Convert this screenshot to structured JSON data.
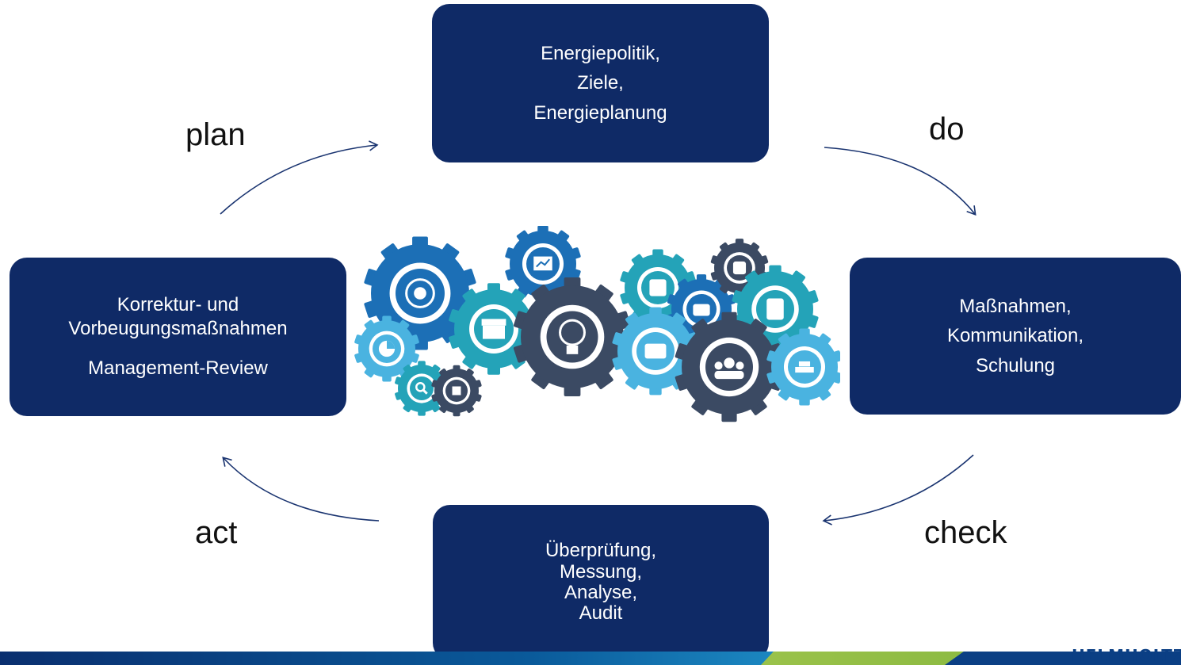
{
  "boxes": {
    "top": [
      "Energiepolitik,",
      "Ziele,",
      "Energieplanung"
    ],
    "right": [
      "Maßnahmen,",
      "Kommunikation,",
      "Schulung"
    ],
    "bottom": [
      "Überprüfung,",
      "Messung,",
      "Analyse,",
      "Audit"
    ],
    "left": [
      "Korrektur- und",
      "Vorbeugungsmaßnahmen",
      "Management-Review"
    ]
  },
  "phases": {
    "plan": "plan",
    "do": "do",
    "check": "check",
    "act": "act"
  },
  "logo": "HELMHOLTZ",
  "colors": {
    "box": "#0f2a66",
    "arrow": "#1a3470",
    "gear_dark": "#3b4a63",
    "gear_blue": "#1c6fb6",
    "gear_teal": "#24a3b8",
    "gear_light": "#4ab3e0"
  },
  "icons": [
    "target-icon",
    "chart-icon",
    "shop-icon",
    "lightbulb-icon",
    "calendar-icon",
    "briefcase-icon",
    "bar-chart-icon",
    "clipboard-icon",
    "credit-card-icon",
    "team-icon",
    "gold-icon",
    "pie-chart-icon",
    "search-icon",
    "puzzle-icon"
  ]
}
